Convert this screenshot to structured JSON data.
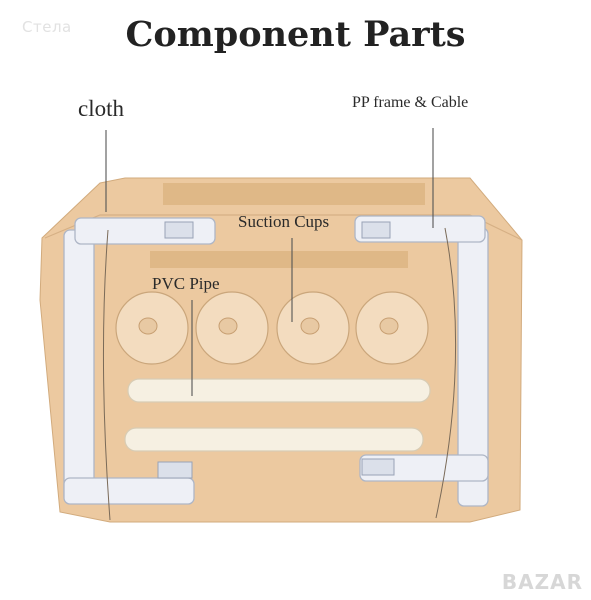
{
  "watermark": "Стела",
  "title": "Component Parts",
  "labels": {
    "cloth": "cloth",
    "pp_frame_cable": "PP frame & Cable",
    "suction_cups": "Suction Cups",
    "pvc_pipe": "PVC Pipe"
  },
  "logo": "BAZAR",
  "colors": {
    "cloth": "#ecc9a0",
    "frame": "#eef0f6",
    "pipe": "#f6f0e2",
    "strap": "#dfb887"
  }
}
